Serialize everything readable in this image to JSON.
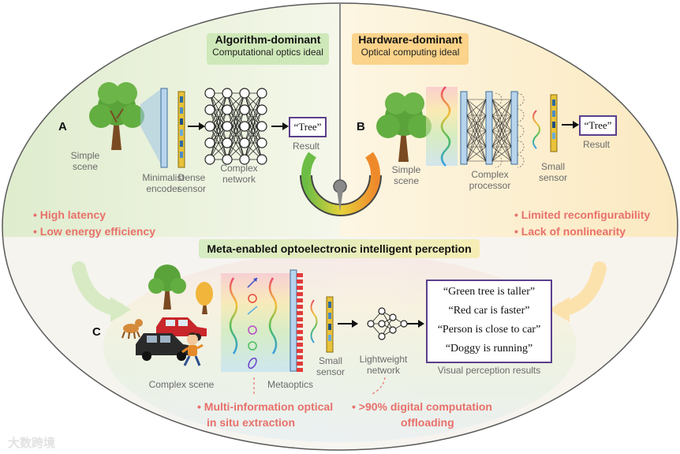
{
  "panels": {
    "algorithm": {
      "title": "Algorithm-dominant",
      "subtitle": "Computational optics ideal"
    },
    "hardware": {
      "title": "Hardware-dominant",
      "subtitle": "Optical computing ideal"
    },
    "meta": {
      "title": "Meta-enabled optoelectronic intelligent perception"
    }
  },
  "labels": {
    "a": "A",
    "b": "B",
    "c": "C",
    "a_simple_scene_1": "Simple",
    "a_simple_scene_2": "scene",
    "a_encoder_1": "Minimalist",
    "a_encoder_2": "encoder",
    "a_sensor_1": "Dense",
    "a_sensor_2": "sensor",
    "a_network_1": "Complex",
    "a_network_2": "network",
    "a_result_box": "“Tree”",
    "a_result": "Result",
    "b_simple_scene_1": "Simple",
    "b_simple_scene_2": "scene",
    "b_processor_1": "Complex",
    "b_processor_2": "processor",
    "b_sensor_1": "Small",
    "b_sensor_2": "sensor",
    "b_result_box": "“Tree”",
    "b_result": "Result",
    "c_complex_scene": "Complex scene",
    "c_metaoptics": "Metaoptics",
    "c_sensor_1": "Small",
    "c_sensor_2": "sensor",
    "c_network_1": "Lightweight",
    "c_network_2": "network",
    "c_results_caption": "Visual perception results"
  },
  "bullets": {
    "a": [
      "• High latency",
      "• Low energy efficiency"
    ],
    "b": [
      "• Limited reconfigurability",
      "• Lack of nonlinearity"
    ],
    "c1_line1": "• Multi-information optical",
    "c1_line2": "in situ extraction",
    "c2_line1": "• >90% digital computation",
    "c2_line2": "offloading"
  },
  "perception_results": [
    "“Green tree is taller”",
    "“Red car is faster”",
    "“Person is close to car”",
    "“Doggy is running”"
  ],
  "watermark": "大数跨境",
  "colors": {
    "bullet": "#e8706a",
    "green_banner": "#cfe8b9",
    "orange_banner": "#fbd38a",
    "result_border": "#5b3f8c",
    "sensor_blue": "#5b93c4",
    "sensor_yellow": "#e8c23a",
    "tree_green": "#5aa33a"
  },
  "icons": [
    "tree-icon",
    "encoder-icon",
    "sensor-icon",
    "network-icon",
    "gauge-icon",
    "car-icon",
    "person-icon",
    "dog-icon"
  ]
}
